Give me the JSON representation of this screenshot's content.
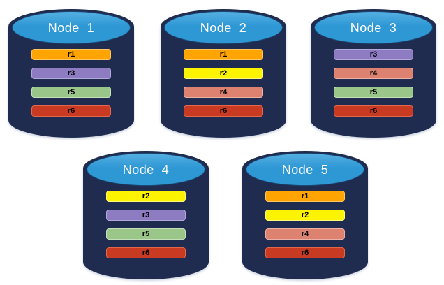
{
  "colors": {
    "background": "#FFFFFF",
    "cylinder_body": "#1F2C4F",
    "cylinder_cap": "#2E98D5",
    "cap_highlight": "#55AFE1",
    "node_label_text": "#FFFFFF",
    "bar_text": "#000000"
  },
  "nodes": [
    {
      "label": "Node  1",
      "bars": [
        {
          "label": "r1",
          "fill": "#FFA400",
          "border": "#FFC55E"
        },
        {
          "label": "r3",
          "fill": "#8E7CC3",
          "border": "#B3A6D9"
        },
        {
          "label": "r5",
          "fill": "#9BC689",
          "border": "#C5E0B8"
        },
        {
          "label": "r6",
          "fill": "#C93A22",
          "border": "#E2674B"
        }
      ]
    },
    {
      "label": "Node  2",
      "bars": [
        {
          "label": "r1",
          "fill": "#FFA400",
          "border": "#FFC55E"
        },
        {
          "label": "r2",
          "fill": "#FBF300",
          "border": "#FDF87C"
        },
        {
          "label": "r4",
          "fill": "#DD8270",
          "border": "#ECB0A4"
        },
        {
          "label": "r6",
          "fill": "#C93A22",
          "border": "#E2674B"
        }
      ]
    },
    {
      "label": "Node  3",
      "bars": [
        {
          "label": "r3",
          "fill": "#8E7CC3",
          "border": "#B3A6D9"
        },
        {
          "label": "r4",
          "fill": "#DD8270",
          "border": "#ECB0A4"
        },
        {
          "label": "r5",
          "fill": "#9BC689",
          "border": "#C5E0B8"
        },
        {
          "label": "r6",
          "fill": "#C93A22",
          "border": "#E2674B"
        }
      ]
    },
    {
      "label": "Node  4",
      "bars": [
        {
          "label": "r2",
          "fill": "#FBF300",
          "border": "#FDF87C"
        },
        {
          "label": "r3",
          "fill": "#8E7CC3",
          "border": "#B3A6D9"
        },
        {
          "label": "r5",
          "fill": "#9BC689",
          "border": "#C5E0B8"
        },
        {
          "label": "r6",
          "fill": "#C93A22",
          "border": "#E2674B"
        }
      ]
    },
    {
      "label": "Node  5",
      "bars": [
        {
          "label": "r1",
          "fill": "#FFA400",
          "border": "#FFC55E"
        },
        {
          "label": "r2",
          "fill": "#FBF300",
          "border": "#FDF87C"
        },
        {
          "label": "r4",
          "fill": "#DD8270",
          "border": "#ECB0A4"
        },
        {
          "label": "r6",
          "fill": "#C93A22",
          "border": "#E2674B"
        }
      ]
    }
  ]
}
